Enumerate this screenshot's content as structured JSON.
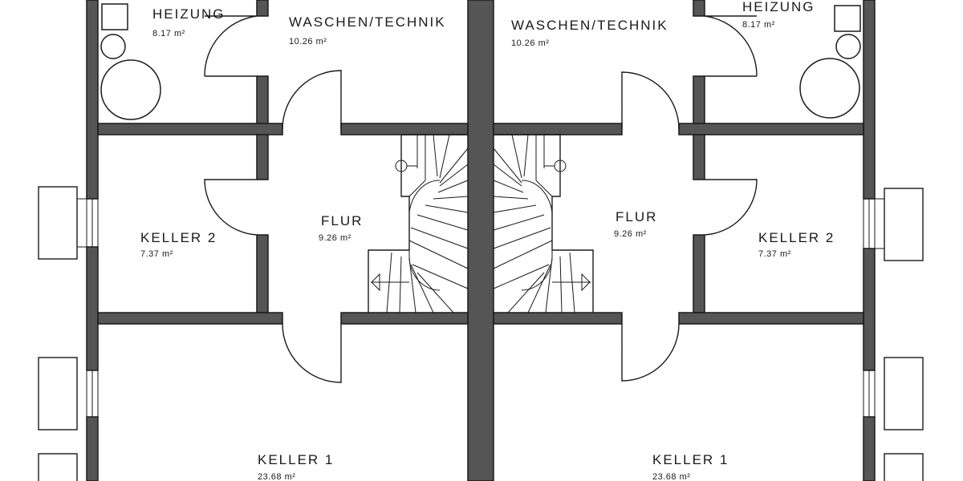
{
  "rooms": {
    "heizung_left": {
      "name": "HEIZUNG",
      "area": "8.17 m²"
    },
    "waschen_left": {
      "name": "WASCHEN/TECHNIK",
      "area": "10.26 m²"
    },
    "waschen_right": {
      "name": "WASCHEN/TECHNIK",
      "area": "10.26 m²"
    },
    "heizung_right": {
      "name": "HEIZUNG",
      "area": "8.17 m²"
    },
    "keller2_left": {
      "name": "KELLER 2",
      "area": "7.37 m²"
    },
    "flur_left": {
      "name": "FLUR",
      "area": "9.26 m²"
    },
    "flur_right": {
      "name": "FLUR",
      "area": "9.26 m²"
    },
    "keller2_right": {
      "name": "KELLER 2",
      "area": "7.37 m²"
    },
    "keller1_left": {
      "name": "KELLER 1",
      "area": "23.68 m²"
    },
    "keller1_right": {
      "name": "KELLER 1",
      "area": "23.68 m²"
    }
  },
  "colors": {
    "wall": "#555555",
    "outline": "#1a1a1a",
    "background": "#ffffff"
  }
}
